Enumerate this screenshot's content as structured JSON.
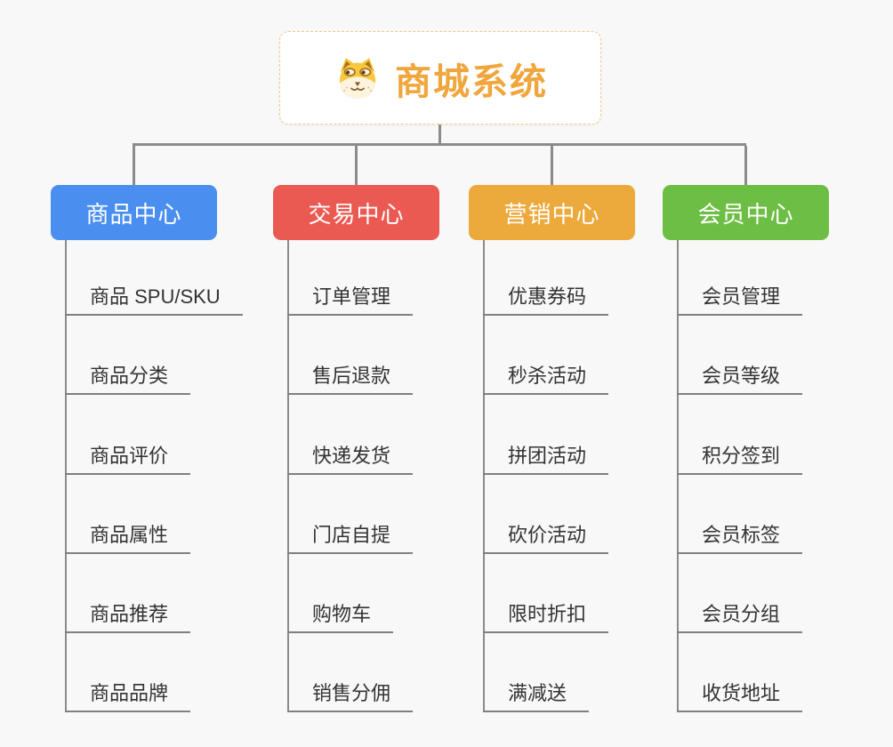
{
  "root": {
    "title": "商城系统",
    "icon": "shiba-dog-icon",
    "title_color": "#F0A63C",
    "border_color": "#F2C788"
  },
  "connector_color": "#8B8B8B",
  "branches": [
    {
      "label": "商品中心",
      "color": "#4A8FEF",
      "items": [
        "商品 SPU/SKU",
        "商品分类",
        "商品评价",
        "商品属性",
        "商品推荐",
        "商品品牌"
      ]
    },
    {
      "label": "交易中心",
      "color": "#EB5A52",
      "items": [
        "订单管理",
        "售后退款",
        "快递发货",
        "门店自提",
        "购物车",
        "销售分佣"
      ]
    },
    {
      "label": "营销中心",
      "color": "#ECA93C",
      "items": [
        "优惠券码",
        "秒杀活动",
        "拼团活动",
        "砍价活动",
        "限时折扣",
        "满减送"
      ]
    },
    {
      "label": "会员中心",
      "color": "#6DBE44",
      "items": [
        "会员管理",
        "会员等级",
        "积分签到",
        "会员标签",
        "会员分组",
        "收货地址"
      ]
    }
  ]
}
